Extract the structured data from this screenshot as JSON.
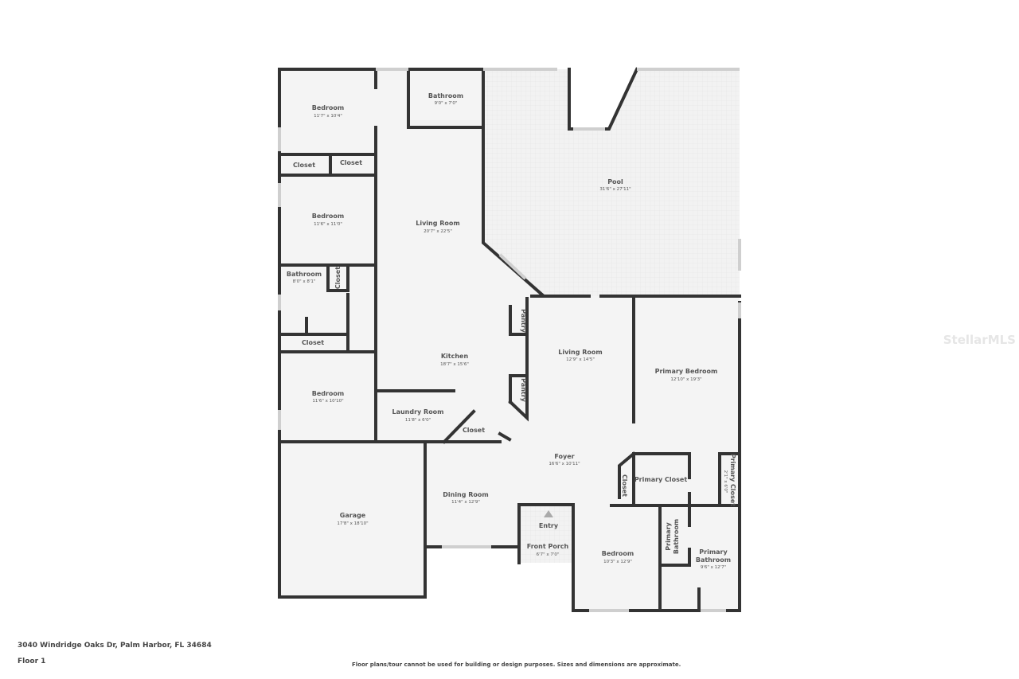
{
  "address": "3040 Windridge Oaks Dr, Palm Harbor, FL 34684",
  "floor": "Floor 1",
  "disclaimer": "Floor plans/tour cannot be used for building or design purposes. Sizes and dimensions are approximate.",
  "watermark": "StellarMLS",
  "rooms": [
    {
      "name": "Bedroom",
      "dims": "11'7\" x 10'4\""
    },
    {
      "name": "Bathroom",
      "dims": "9'0\" x 7'0\""
    },
    {
      "name": "Pool",
      "dims": "31'6\" x 27'11\""
    },
    {
      "name": "Closet",
      "dims": ""
    },
    {
      "name": "Closet",
      "dims": ""
    },
    {
      "name": "Bedroom",
      "dims": "11'6\" x 11'0\""
    },
    {
      "name": "Living Room",
      "dims": "20'7\" x 22'5\""
    },
    {
      "name": "Bathroom",
      "dims": "8'0\" x 8'1\""
    },
    {
      "name": "Closet",
      "dims": ""
    },
    {
      "name": "Closet",
      "dims": ""
    },
    {
      "name": "Kitchen",
      "dims": "18'7\" x 15'6\""
    },
    {
      "name": "Pantry",
      "dims": ""
    },
    {
      "name": "Pantry",
      "dims": ""
    },
    {
      "name": "Living Room",
      "dims": "12'9\" x 14'5\""
    },
    {
      "name": "Primary Bedroom",
      "dims": "12'10\" x 19'3\""
    },
    {
      "name": "Bedroom",
      "dims": "11'6\" x 10'10\""
    },
    {
      "name": "Laundry Room",
      "dims": "11'8\" x 6'0\""
    },
    {
      "name": "Closet",
      "dims": ""
    },
    {
      "name": "Foyer",
      "dims": "16'6\" x 10'11\""
    },
    {
      "name": "Closet",
      "dims": ""
    },
    {
      "name": "Primary Closet",
      "dims": ""
    },
    {
      "name": "Primary Closet",
      "dims": "2'1\" x 6'0\""
    },
    {
      "name": "Garage",
      "dims": "17'8\" x 18'10\""
    },
    {
      "name": "Dining Room",
      "dims": "11'4\" x 12'9\""
    },
    {
      "name": "Entry",
      "dims": ""
    },
    {
      "name": "Front Porch",
      "dims": "6'7\" x 7'0\""
    },
    {
      "name": "Bedroom",
      "dims": "10'3\" x 12'9\""
    },
    {
      "name": "Primary Bathroom",
      "dims": ""
    },
    {
      "name": "Primary Bathroom",
      "dims": "9'6\" x 12'7\""
    }
  ]
}
